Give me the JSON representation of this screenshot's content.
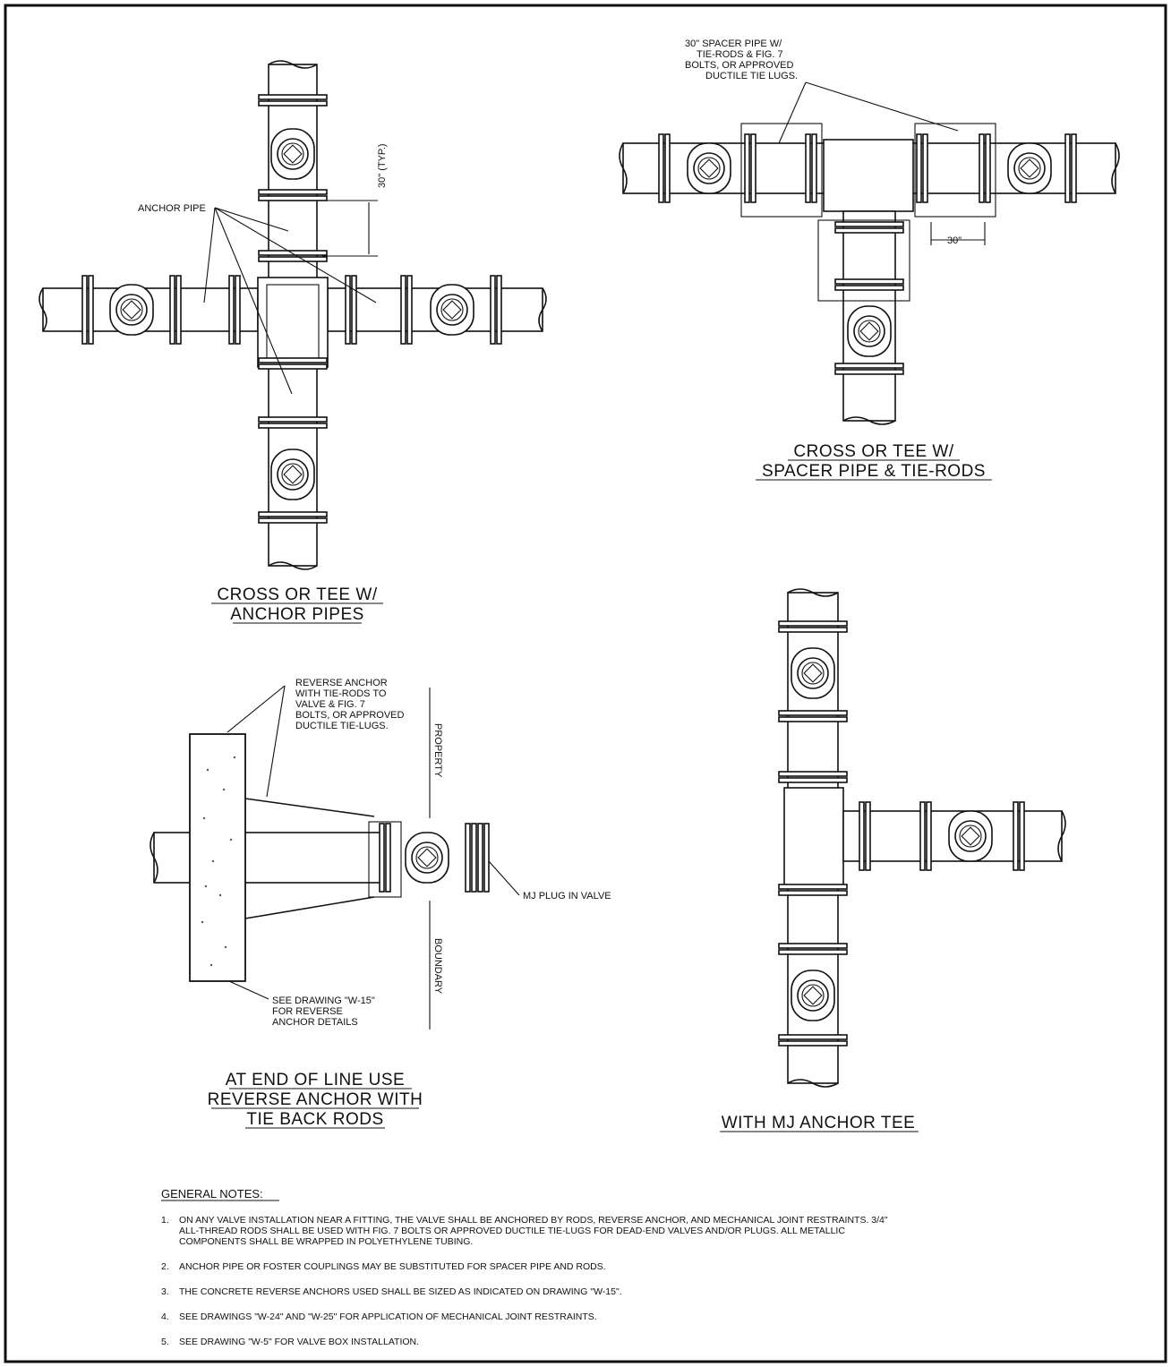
{
  "views": {
    "anchor_pipes": {
      "title_1": "CROSS OR TEE W/",
      "title_2": "ANCHOR PIPES",
      "label_anchor_pipe": "ANCHOR PIPE",
      "label_dim": "30\" (TYP.)"
    },
    "spacer_pipe": {
      "title_1": "CROSS OR TEE W/",
      "title_2": "SPACER PIPE & TIE-RODS",
      "callout": [
        "30\" SPACER PIPE W/",
        "TIE-RODS & FIG. 7",
        "BOLTS, OR APPROVED",
        "DUCTILE TIE LUGS."
      ],
      "label_dim": "30\""
    },
    "end_of_line": {
      "title_1": "AT END OF LINE USE",
      "title_2": "REVERSE ANCHOR WITH",
      "title_3": "TIE BACK RODS",
      "callout_top": [
        "REVERSE ANCHOR",
        "WITH TIE-RODS TO",
        "VALVE & FIG. 7",
        "BOLTS, OR APPROVED",
        "DUCTILE TIE-LUGS."
      ],
      "callout_bottom": [
        "SEE DRAWING \"W-15\"",
        "FOR REVERSE",
        "ANCHOR DETAILS"
      ],
      "label_plug": "MJ PLUG IN VALVE",
      "label_property": "PROPERTY",
      "label_boundary": "BOUNDARY"
    },
    "mj_tee": {
      "title": "WITH MJ ANCHOR TEE"
    }
  },
  "notes": {
    "heading": "GENERAL NOTES:",
    "items": [
      {
        "num": "1.",
        "lines": [
          "ON ANY VALVE INSTALLATION NEAR A FITTING, THE VALVE SHALL BE ANCHORED BY RODS, REVERSE ANCHOR, AND MECHANICAL JOINT RESTRAINTS.  3/4\"",
          "ALL-THREAD RODS SHALL BE USED WITH FIG. 7 BOLTS OR APPROVED DUCTILE TIE-LUGS FOR DEAD-END VALVES AND/OR PLUGS.  ALL METALLIC",
          "COMPONENTS SHALL BE WRAPPED IN POLYETHYLENE TUBING."
        ]
      },
      {
        "num": "2.",
        "lines": [
          "ANCHOR PIPE OR FOSTER COUPLINGS MAY BE SUBSTITUTED FOR SPACER PIPE AND RODS."
        ]
      },
      {
        "num": "3.",
        "lines": [
          "THE CONCRETE REVERSE ANCHORS USED SHALL BE SIZED AS INDICATED ON DRAWING \"W-15\"."
        ]
      },
      {
        "num": "4.",
        "lines": [
          "SEE DRAWINGS \"W-24\" AND \"W-25\" FOR APPLICATION OF MECHANICAL JOINT RESTRAINTS."
        ]
      },
      {
        "num": "5.",
        "lines": [
          "SEE DRAWING \"W-5\" FOR VALVE BOX INSTALLATION."
        ]
      }
    ]
  }
}
